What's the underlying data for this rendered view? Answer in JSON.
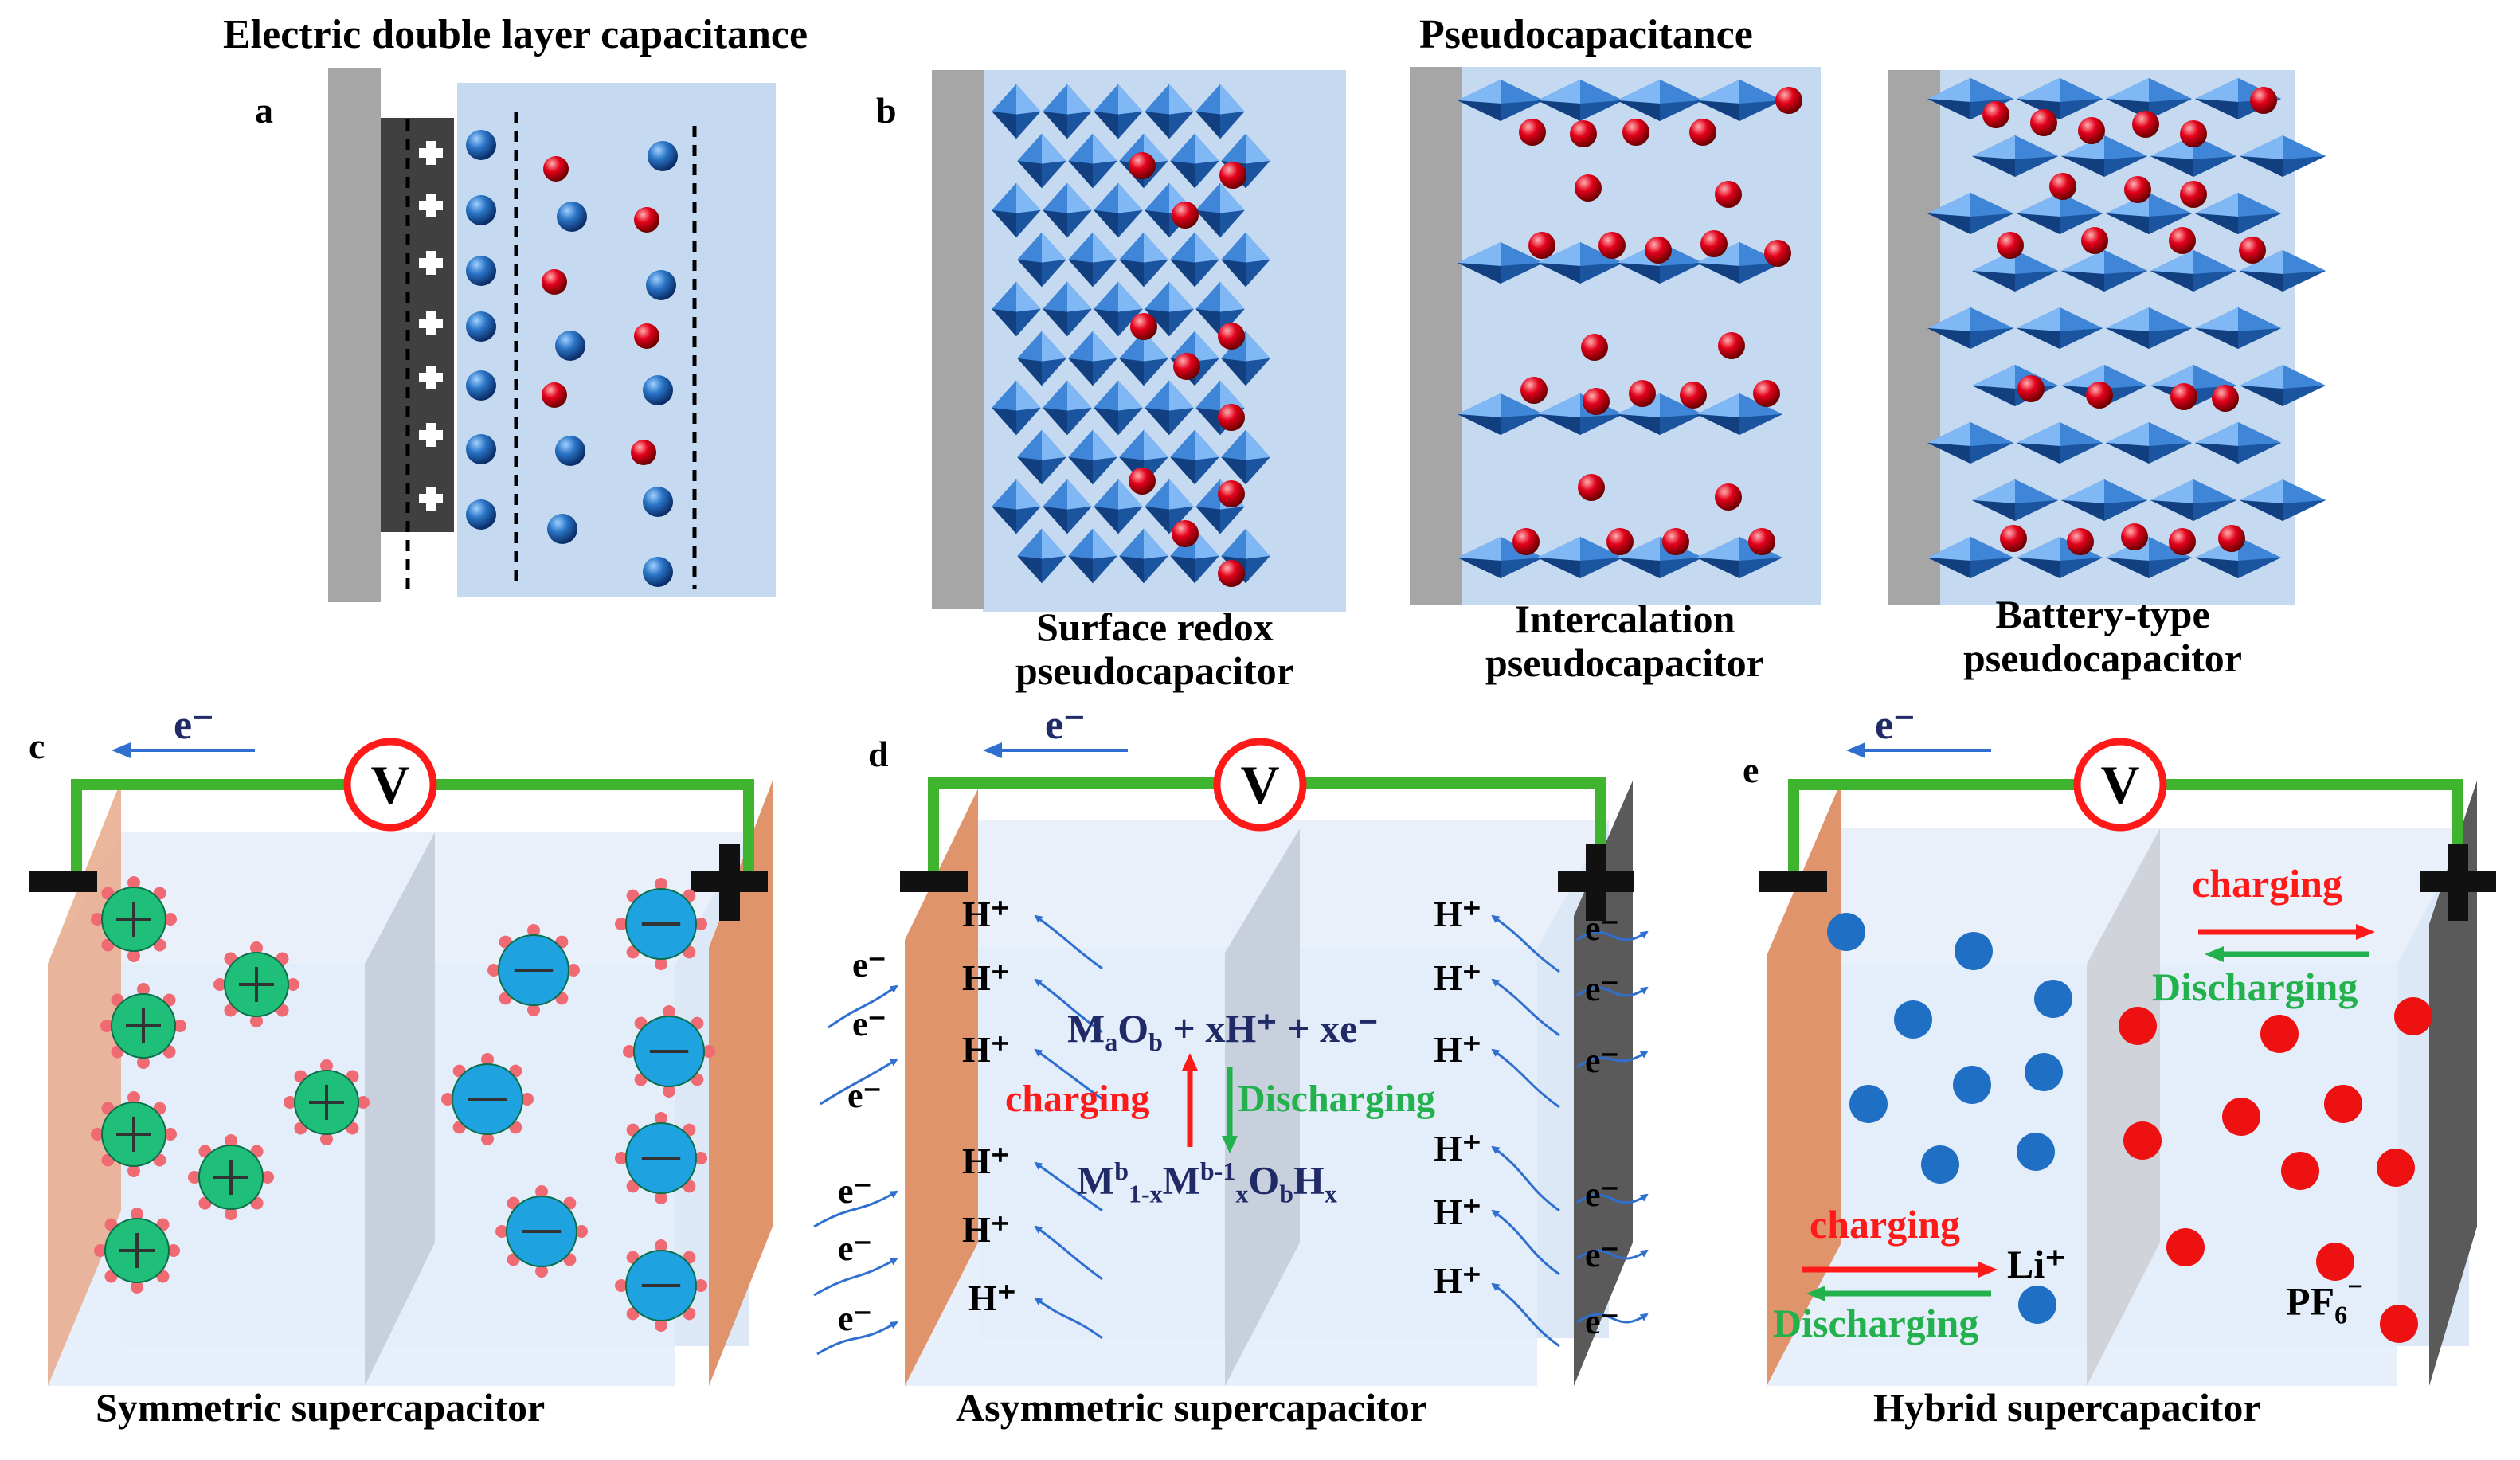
{
  "titles": {
    "edl": "Electric double layer capacitance",
    "pseudo": "Pseudocapacitance"
  },
  "panel_labels": {
    "a": "a",
    "b": "b",
    "c": "c",
    "d": "d",
    "e": "e"
  },
  "panel_b_captions": {
    "surface": "Surface redox pseudocapacitor",
    "intercalation": "Intercalation pseudocapacitor",
    "battery": "Battery-type pseudocapacitor"
  },
  "device_captions": {
    "symmetric": "Symmetric supercapacitor",
    "asymmetric": "Asymmetric supercapacitor",
    "hybrid": "Hybrid supercapacitor"
  },
  "circuit": {
    "voltmeter": "V",
    "electron": "e⁻"
  },
  "asymmetric": {
    "eq_top": {
      "M": "M",
      "a": "a",
      "O": "O",
      "b": "b",
      "rest": " + xH⁺ + xe⁻"
    },
    "eq_bottom": {
      "M1": "M",
      "b1": "b",
      "sub1": "1-x",
      "M2": "M",
      "b2": "b-1",
      "sub2": "x",
      "O": "O",
      "bsub": "b",
      "H": "H",
      "xsub": "x"
    },
    "charging": "charging",
    "discharging": "Discharging",
    "proton": "H⁺",
    "electron": "e⁻"
  },
  "hybrid": {
    "charging": "charging",
    "discharging": "Discharging",
    "li": "Li⁺",
    "pf6_base": "PF",
    "pf6_sub": "6",
    "pf6_sup": "⁻"
  },
  "colors": {
    "blue_ion": "#1f6fc4",
    "red_ion": "#e3001b",
    "cation_green": "#1fbf7a",
    "anion_blue": "#1fa3e0",
    "wire": "#3fb52f",
    "electrolyte": "#c5d9f1",
    "collector": "#a6a6a6"
  }
}
